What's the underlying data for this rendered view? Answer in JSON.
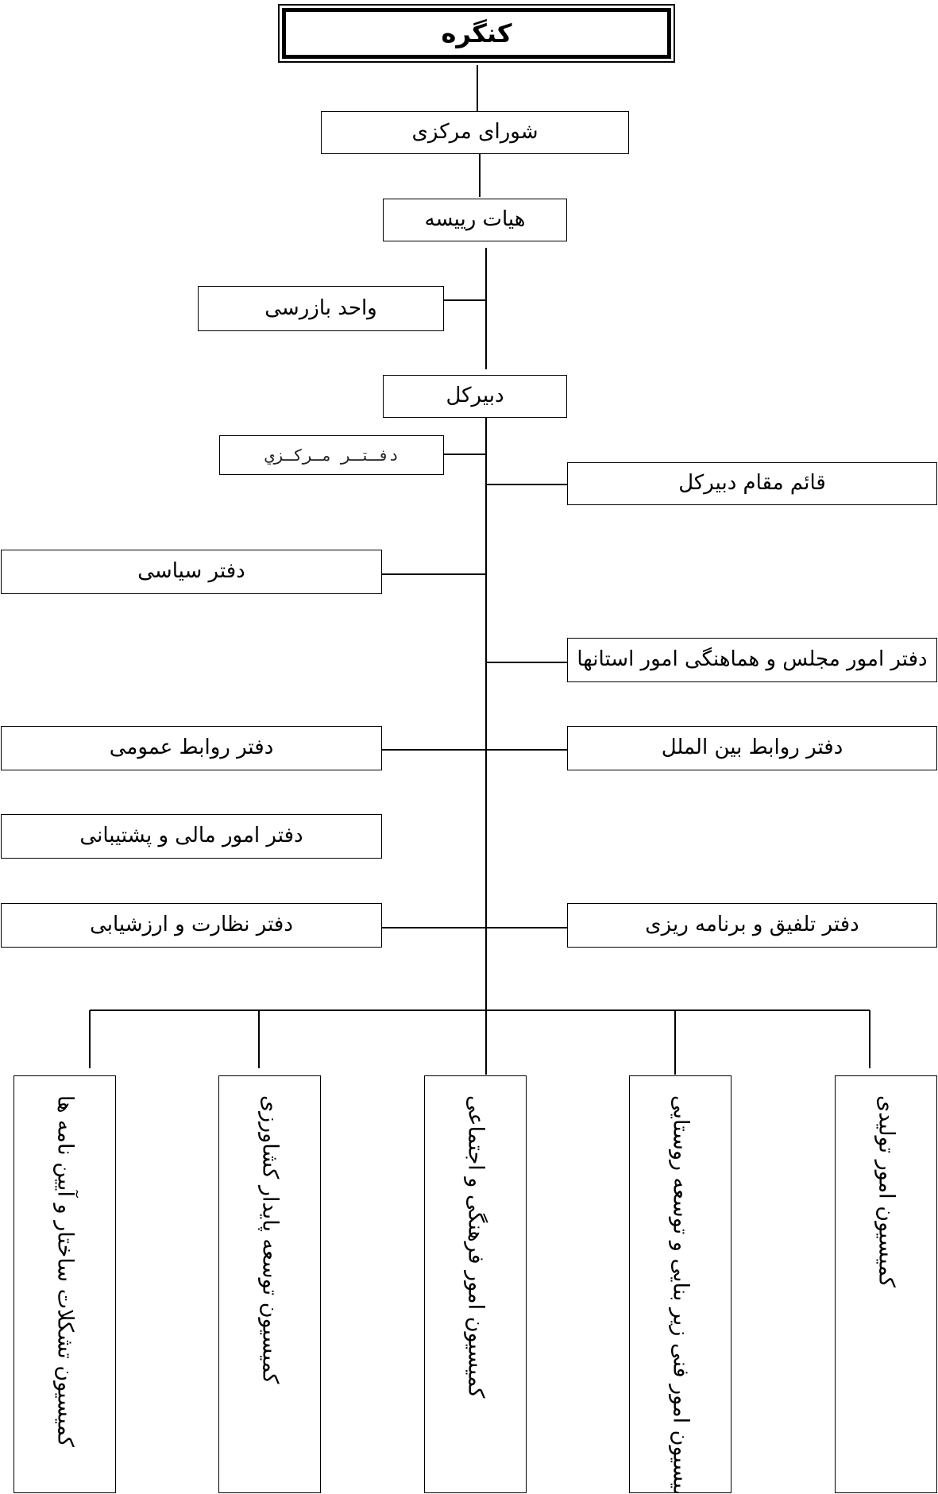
{
  "diagram": {
    "root": "کنگره",
    "central_council": "شورای مرکزی",
    "board": "هیات رییسه",
    "inspection_unit": "واحد بازرسی",
    "secretary_general": "دبیرکل",
    "central_office": "دفـتـر مـركـزي",
    "deputy_secretary": "قائم مقام دبیرکل",
    "political_office": "دفتر سیاسی",
    "parliament_office": "دفتر امور مجلس و هماهنگی امور استانها",
    "public_relations": "دفتر روابط عمومی",
    "international_relations": "دفتر روابط بین الملل",
    "finance_office": "دفتر امور مالی و پشتیبانی",
    "supervision_office": "دفتر نظارت و ارزشیابی",
    "planning_office": "دفتر تلفیق و برنامه ریزی",
    "commissions": [
      "کمیسیون تشکلات ساختار و آیین نامه ها",
      "کمیسیون توسعه پایدار کشاورزی",
      "کمیسیون امور فرهنگی و اجتماعی",
      "کمیسیون امور فنی زیر بنایی و توسعه روستایی",
      "کمیسیون امور تولیدی"
    ]
  }
}
